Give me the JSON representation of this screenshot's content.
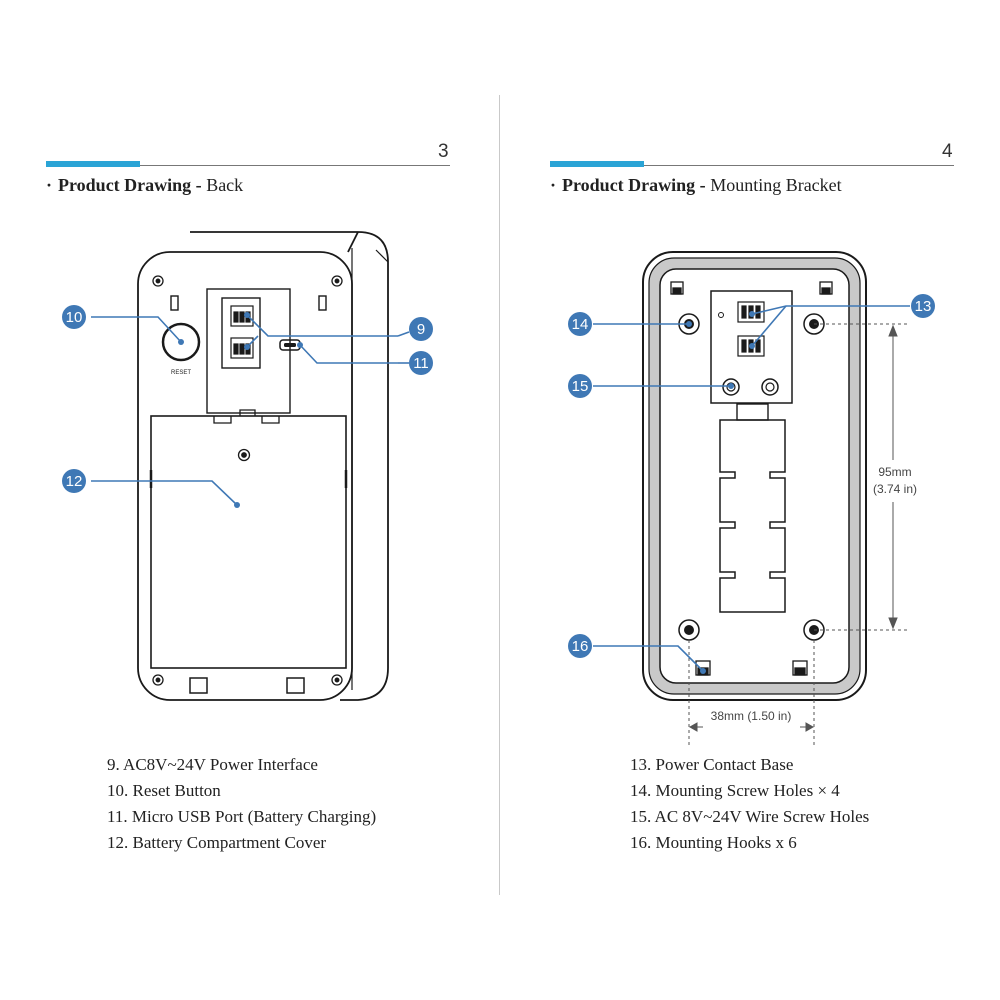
{
  "left_page": {
    "page_number": "3",
    "heading_bold": "Product Drawing -",
    "heading_rest": "Back",
    "reset_label": "RESET",
    "callouts": [
      "10",
      "9",
      "11",
      "12"
    ],
    "captions": [
      "9. AC8V~24V Power Interface",
      "10. Reset Button",
      "11. Micro USB Port (Battery Charging)",
      "12. Battery Compartment Cover"
    ]
  },
  "right_page": {
    "page_number": "4",
    "heading_bold": "Product Drawing -",
    "heading_rest": "Mounting Bracket",
    "callouts": [
      "14",
      "13",
      "15",
      "16"
    ],
    "height_dim_mm": "95mm",
    "height_dim_in": "(3.74 in)",
    "width_dim": "38mm (1.50 in)",
    "captions": [
      "13. Power Contact Base",
      "14. Mounting Screw Holes × 4",
      "15. AC 8V~24V Wire Screw Holes",
      "16. Mounting Hooks x 6"
    ]
  },
  "colors": {
    "accent": "#2aa4d6",
    "callout": "#3f78b5",
    "line": "#1a1a1a"
  }
}
